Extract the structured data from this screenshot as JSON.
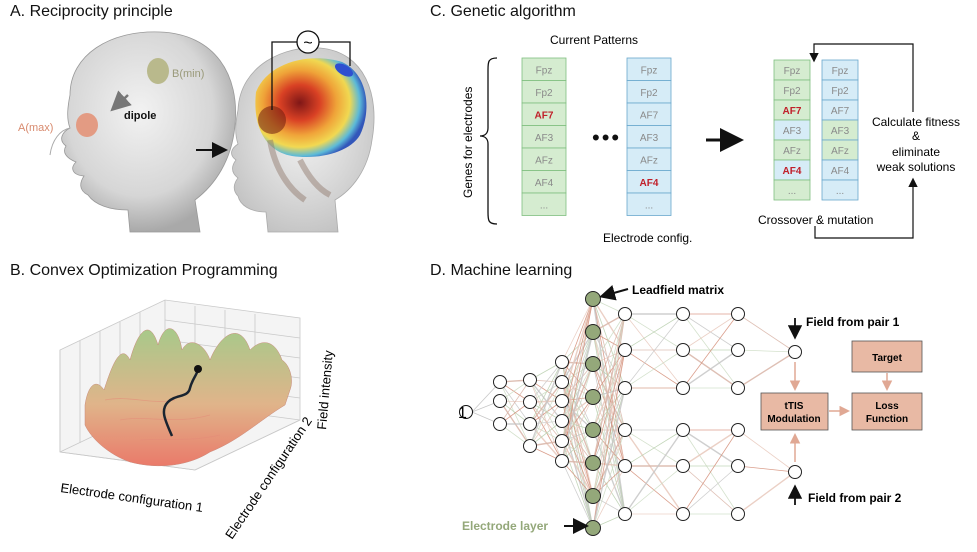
{
  "panels": {
    "a": {
      "title": "A. Reciprocity principle",
      "label_b": "B(min)",
      "label_a": "A(max)",
      "label_dipole": "dipole",
      "source_symbol": "~"
    },
    "b": {
      "title": "B. Convex Optimization Programming",
      "axis_x": "Electrode configuration 1",
      "axis_y": "Electrode configuration 2",
      "axis_z": "Field intensity"
    },
    "c": {
      "title": "C. Genetic algorithm",
      "current_patterns": "Current Patterns",
      "genes_label": "Genes for electrodes",
      "electrode_config": "Electrode config.",
      "ellipsis": "•••",
      "crossover": "Crossover & mutation",
      "fitness_1": "Calculate fitness",
      "fitness_2": "&",
      "fitness_3": "eliminate",
      "fitness_4": "weak solutions",
      "col1": [
        "Fpz",
        "Fp2",
        "AF7",
        "AF3",
        "AFz",
        "AF4",
        "..."
      ],
      "col2": [
        "Fpz",
        "Fp2",
        "AF7",
        "AF3",
        "AFz",
        "AF4",
        "..."
      ],
      "col3": [
        "Fpz",
        "Fp2",
        "AF7",
        "AF3",
        "AFz",
        "AF4",
        "..."
      ],
      "col4": [
        "Fpz",
        "Fp2",
        "AF7",
        "AF3",
        "AFz",
        "AF4",
        "..."
      ]
    },
    "d": {
      "title": "D. Machine learning",
      "input_symbol": "1",
      "leadfield": "Leadfield matrix",
      "electrode_layer": "Electrode layer",
      "field_pair1": "Field from pair 1",
      "field_pair2": "Field from pair 2",
      "tti_1": "tTIS",
      "tti_2": "Modulation",
      "target": "Target",
      "loss_1": "Loss",
      "loss_2": "Function"
    }
  },
  "colors": {
    "green_cell": "#d5ecd0",
    "green_stroke": "#7fbf7f",
    "blue_cell": "#d6ecf7",
    "blue_stroke": "#6aa8cc",
    "highlight_red": "#c0202a",
    "olive_node": "#94a87a",
    "salmon_box": "#e8b9a4",
    "grey_label": "#9a9a7a",
    "salmon_label": "#d88a6e"
  }
}
